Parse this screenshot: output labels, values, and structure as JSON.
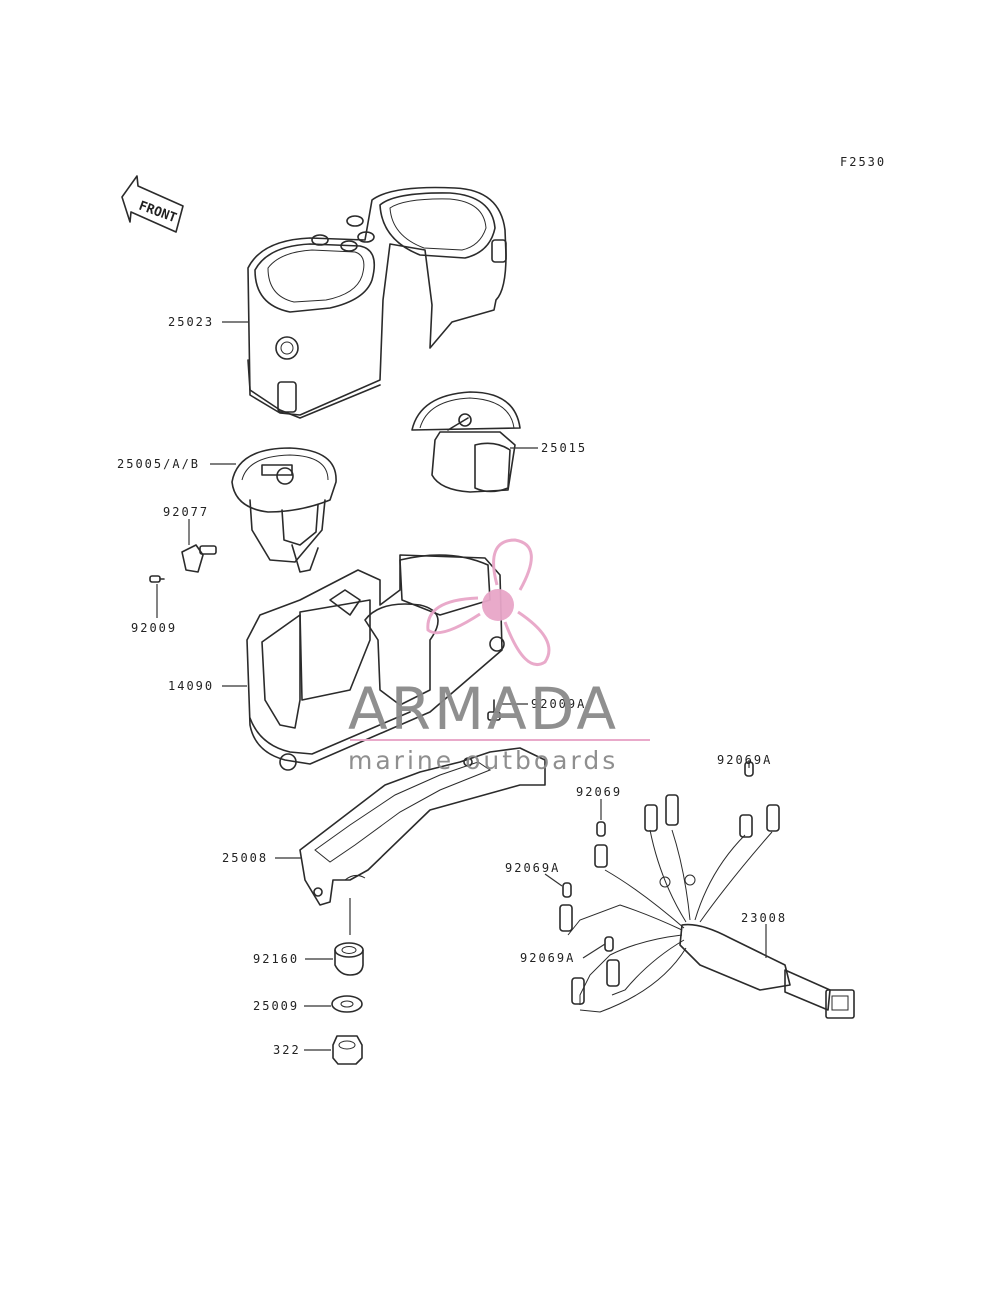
{
  "figure_code": "F2530",
  "front_arrow_label": "FRONT",
  "watermark": {
    "brand": "ARMADA",
    "tagline": "marine outboards",
    "accent_color": "#e8a6c8",
    "text_color": "#8a8a8a"
  },
  "labels": {
    "p25023": "25023",
    "p25005": "25005/A/B",
    "p25015": "25015",
    "p92077": "92077",
    "p92009": "92009",
    "p14090": "14090",
    "p92009A": "92009A",
    "p25008": "25008",
    "p92160": "92160",
    "p25009": "25009",
    "p322": "322",
    "p92069": "92069",
    "p92069A_top": "92069A",
    "p92069A_left": "92069A",
    "p92069A_bottom": "92069A",
    "p23008": "23008"
  }
}
